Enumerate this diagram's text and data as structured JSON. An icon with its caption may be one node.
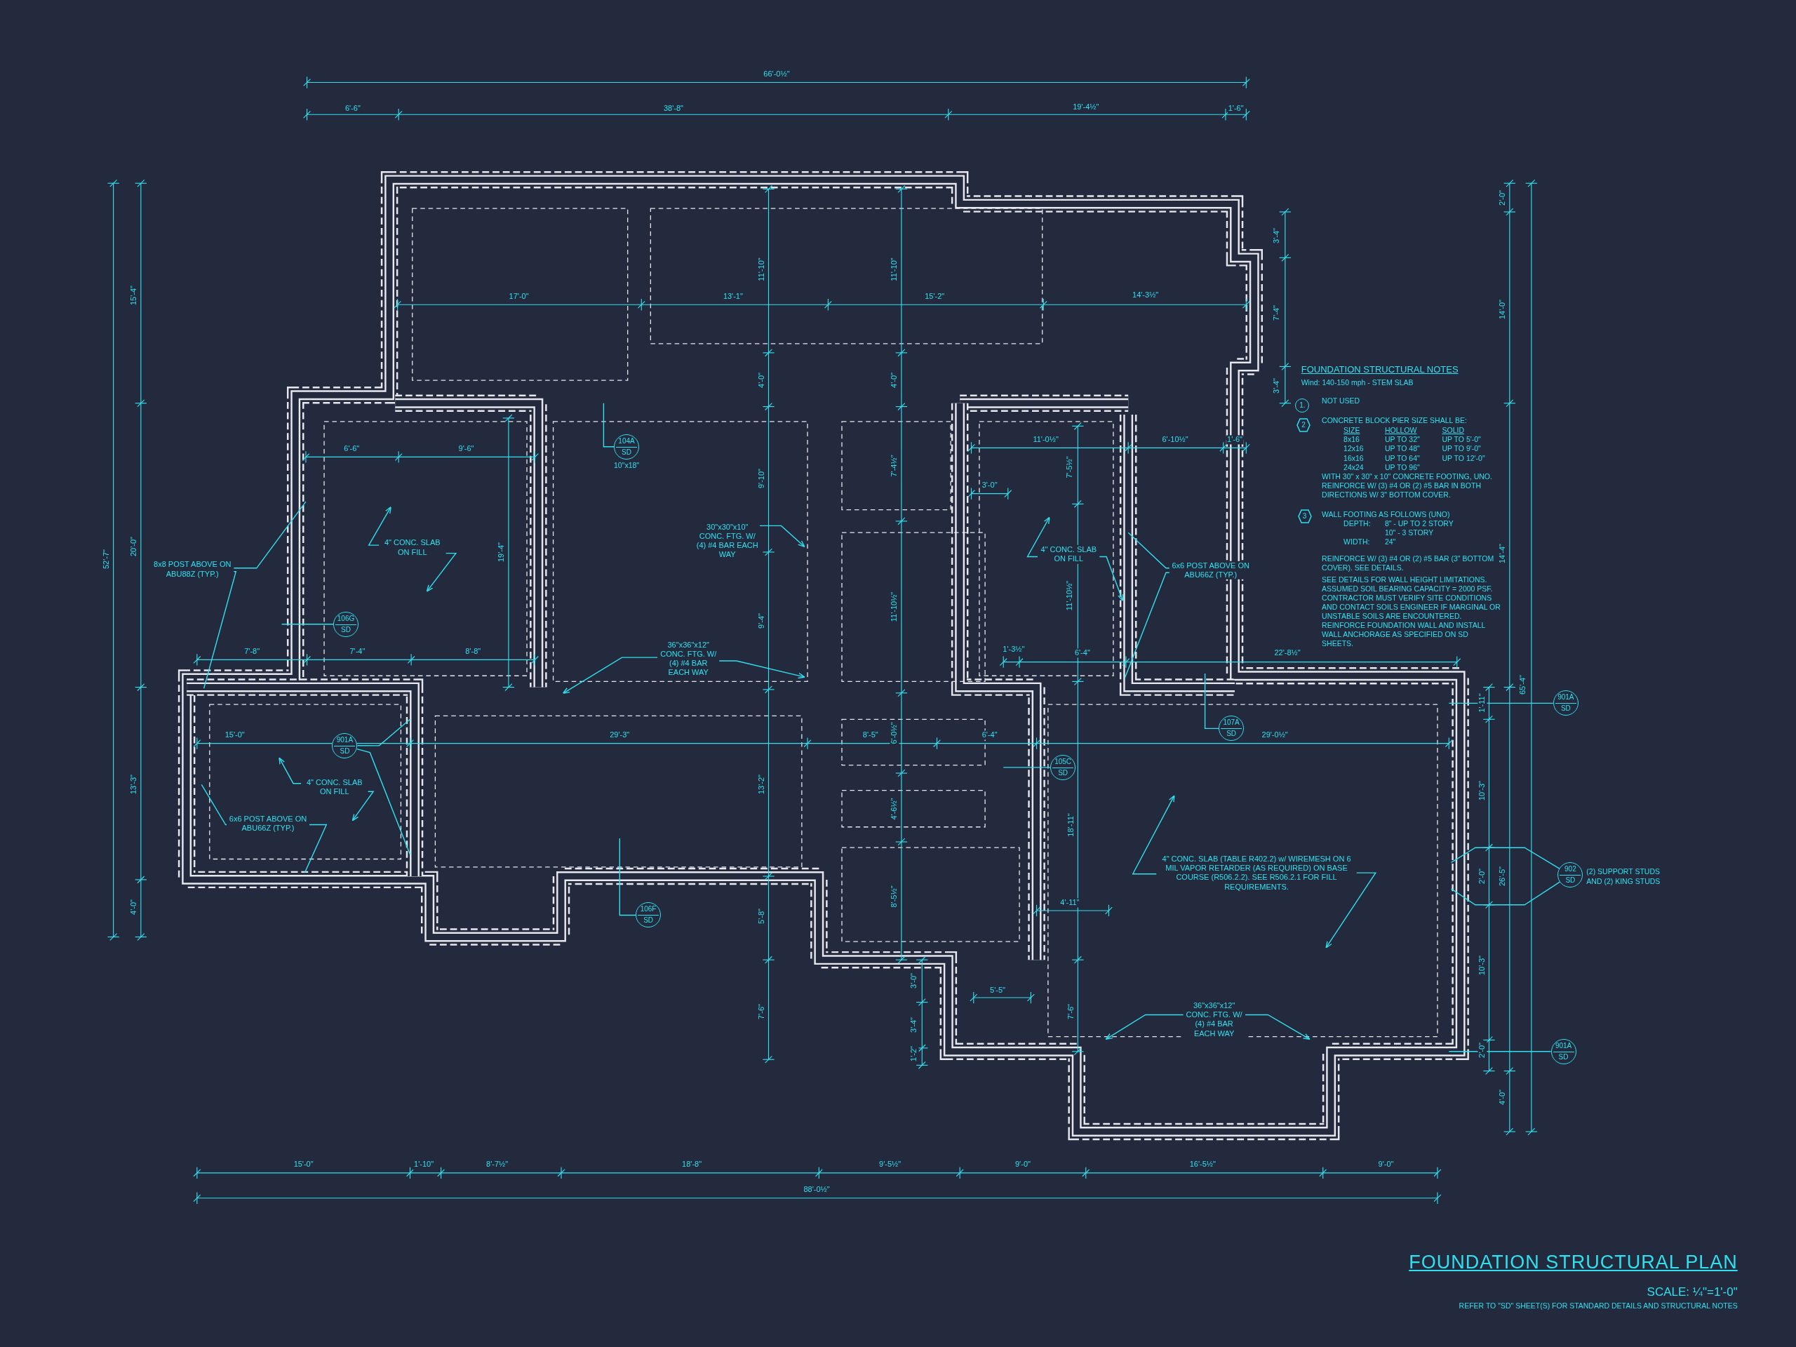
{
  "diagram": {
    "title": "FOUNDATION STRUCTURAL PLAN",
    "nodes": [
      {
        "text": [
          "104A",
          "SD"
        ],
        "beside": [
          "10\"x18\""
        ]
      },
      {
        "text": [
          "8x8 POST ABOVE ON ABU88Z (TYP.)"
        ]
      },
      {
        "text": [
          "4\" CONC. SLAB ON FILL"
        ]
      },
      {
        "text": [
          "30\"x30\"x10\" CONC. FTG. W/ (4) #4 BAR EACH WAY"
        ]
      },
      {
        "text": [
          "4\" CONC. SLAB ON FILL"
        ]
      },
      {
        "text": [
          "6x6 POST ABOVE ON ABU66Z (TYP.)"
        ]
      },
      {
        "text": [
          "106G",
          "SD"
        ]
      },
      {
        "text": [
          "36\"x36\"x12\" CONC. FTG. W/ (4) #4 BAR EACH WAY"
        ]
      },
      {
        "text": [
          "901A",
          "SD"
        ]
      },
      {
        "text": [
          "107A",
          "SD"
        ]
      },
      {
        "text": [
          "901A",
          "SD"
        ]
      },
      {
        "text": [
          "105C",
          "SD"
        ]
      },
      {
        "text": [
          "4\" CONC. SLAB ON FILL"
        ]
      },
      {
        "text": [
          "6x6 POST ABOVE ON ABU66Z (TYP.)"
        ]
      },
      {
        "text": [
          "4\" CONC. SLAB (TABLE R402.2) w/ WIREMESH ON 6 MIL VAPOR RETARDER (AS REQUIRED) ON BASE COURSE (R506.2.2). SEE R506.2.1 FOR FILL REQUIREMENTS."
        ]
      },
      {
        "text": [
          "902",
          "SD"
        ],
        "beside": [
          "(2) SUPPORT STUDS AND (2) KING STUDS"
        ]
      },
      {
        "text": [
          "106F",
          "SD"
        ]
      },
      {
        "text": [
          "36\"x36\"x12\" CONC. FTG. W/ (4) #4 BAR EACH WAY"
        ]
      },
      {
        "text": [
          "901A",
          "SD"
        ]
      },
      {
        "text": [
          "1."
        ]
      },
      {
        "text": [
          "2"
        ]
      },
      {
        "text": [
          "3"
        ]
      }
    ],
    "edges": [
      {
        "from": 0,
        "to": null,
        "arrow": "none"
      },
      {
        "from": 1,
        "to": null,
        "arrow": "none"
      },
      {
        "from": 1,
        "to": null,
        "arrow": "none"
      },
      {
        "from": 2,
        "to": null,
        "arrow": "to"
      },
      {
        "from": 2,
        "to": null,
        "arrow": "to"
      },
      {
        "from": 3,
        "to": null,
        "arrow": "to"
      },
      {
        "from": 7,
        "to": null,
        "arrow": "to"
      },
      {
        "from": 7,
        "to": null,
        "arrow": "to"
      },
      {
        "from": 4,
        "to": null,
        "arrow": "to"
      },
      {
        "from": 4,
        "to": null,
        "arrow": "to"
      },
      {
        "from": 5,
        "to": null,
        "arrow": "none"
      },
      {
        "from": 5,
        "to": null,
        "arrow": "none"
      },
      {
        "from": 6,
        "to": null,
        "arrow": "none"
      },
      {
        "from": 8,
        "to": null,
        "arrow": "none"
      },
      {
        "from": 8,
        "to": null,
        "arrow": "none"
      },
      {
        "from": 9,
        "to": null,
        "arrow": "none"
      },
      {
        "from": 10,
        "to": null,
        "arrow": "none"
      },
      {
        "from": 11,
        "to": null,
        "arrow": "none"
      },
      {
        "from": 12,
        "to": null,
        "arrow": "to"
      },
      {
        "from": 12,
        "to": null,
        "arrow": "to"
      },
      {
        "from": 13,
        "to": null,
        "arrow": "none"
      },
      {
        "from": 13,
        "to": null,
        "arrow": "none"
      },
      {
        "from": 14,
        "to": null,
        "arrow": "to"
      },
      {
        "from": 14,
        "to": null,
        "arrow": "to"
      },
      {
        "from": 15,
        "to": null,
        "arrow": "none"
      },
      {
        "from": 15,
        "to": null,
        "arrow": "none"
      },
      {
        "from": 16,
        "to": null,
        "arrow": "none"
      },
      {
        "from": 17,
        "to": null,
        "arrow": "to"
      },
      {
        "from": 17,
        "to": null,
        "arrow": "to"
      },
      {
        "from": 18,
        "to": null,
        "arrow": "none"
      }
    ],
    "labels": [
      "66'-0½\"",
      "6'-6\"",
      "38'-8\"",
      "19'-4½\"",
      "1'-6\"",
      "15'-4\"",
      "52'-7\"",
      "20'-0\"",
      "13'-3\"",
      "4'-0\"",
      "2'-0\"",
      "3'-4\"",
      "7'-4\"",
      "3'-4\"",
      "14'-0\"",
      "14'-4\"",
      "65'-4\"",
      "17'-0\"",
      "13'-1\"",
      "15'-2\"",
      "14'-3½\"",
      "11'-10\"",
      "11'-10\"",
      "4'-0\"",
      "4'-0\"",
      "11'-0½\"",
      "6'-10½\"",
      "1'-6\"",
      "6'-6\"",
      "9'-6\"",
      "7'-5½\"",
      "3'-0\"",
      "7'-4½\"",
      "9'-10\"",
      "19'-4\"",
      "9'-4\"",
      "11'-10½\"",
      "11'-10½\"",
      "7'-8\"",
      "7'-4\"",
      "8'-8\"",
      "1'-3½\"",
      "6'-4\"",
      "22'-8½\"",
      "15'-0\"",
      "29'-3\"",
      "8'-5\"",
      "6'-0½\"",
      "6'-4\"",
      "29'-0½\"",
      "1'-11\"",
      "13'-2\"",
      "4'-6½\"",
      "18'-11\"",
      "10'-3\"",
      "2'-0\"",
      "26'-5\"",
      "8'-5½\"",
      "4'-11\"",
      "5'-8\"",
      "10'-3\"",
      "3'-0\"",
      "5'-5\"",
      "7'-6\"",
      "7'-6\"",
      "3'-4\"",
      "1'-2\"",
      "2'-0\"",
      "4'-0\"",
      "15'-0\"",
      "1'-10\"",
      "8'-7½\"",
      "18'-8\"",
      "9'-5½\"",
      "9'-0\"",
      "16'-5½\"",
      "9'-0\"",
      "88'-0½\"",
      "FOUNDATION STRUCTURAL NOTES",
      "Wind: 140-150 mph - STEM SLAB",
      "NOT USED",
      "CONCRETE BLOCK PIER SIZE SHALL BE:",
      "SIZE",
      "HOLLOW",
      "SOLID",
      "8x16",
      "UP TO 32\"",
      "UP TO 5'-0\"",
      "12x16",
      "UP TO 48\"",
      "UP TO 9'-0\"",
      "16x16",
      "UP TO 64\"",
      "UP TO 12'-0\"",
      "24x24",
      "UP TO 96\"",
      "WITH 30\" x 30\" x 10\" CONCRETE FOOTING, UNO. REINFORCE W/ (3) #4 OR (2) #5 BAR IN BOTH DIRECTIONS W/ 3\" BOTTOM COVER.",
      "WALL FOOTING AS FOLLOWS (UNO)",
      "DEPTH:",
      "8\" - UP TO 2 STORY",
      "10\" - 3 STORY",
      "WIDTH:",
      "24\"",
      "REINFORCE W/ (3) #4 OR (2) #5 BAR (3\" BOTTOM COVER). SEE DETAILS.",
      "SEE DETAILS FOR WALL HEIGHT LIMITATIONS. ASSUMED SOIL BEARING CAPACITY = 2000 PSF. CONTRACTOR MUST VERIFY SITE CONDITIONS AND CONTACT SOILS ENGINEER IF MARGINAL OR UNSTABLE SOILS ARE ENCOUNTERED. REINFORCE FOUNDATION WALL AND INSTALL WALL ANCHORAGE AS SPECIFIED ON SD SHEETS.",
      "SCALE: ¼\"=1'-0\"",
      "REFER TO \"SD\" SHEET(S) FOR STANDARD DETAILS AND STRUCTURAL NOTES"
    ]
  }
}
